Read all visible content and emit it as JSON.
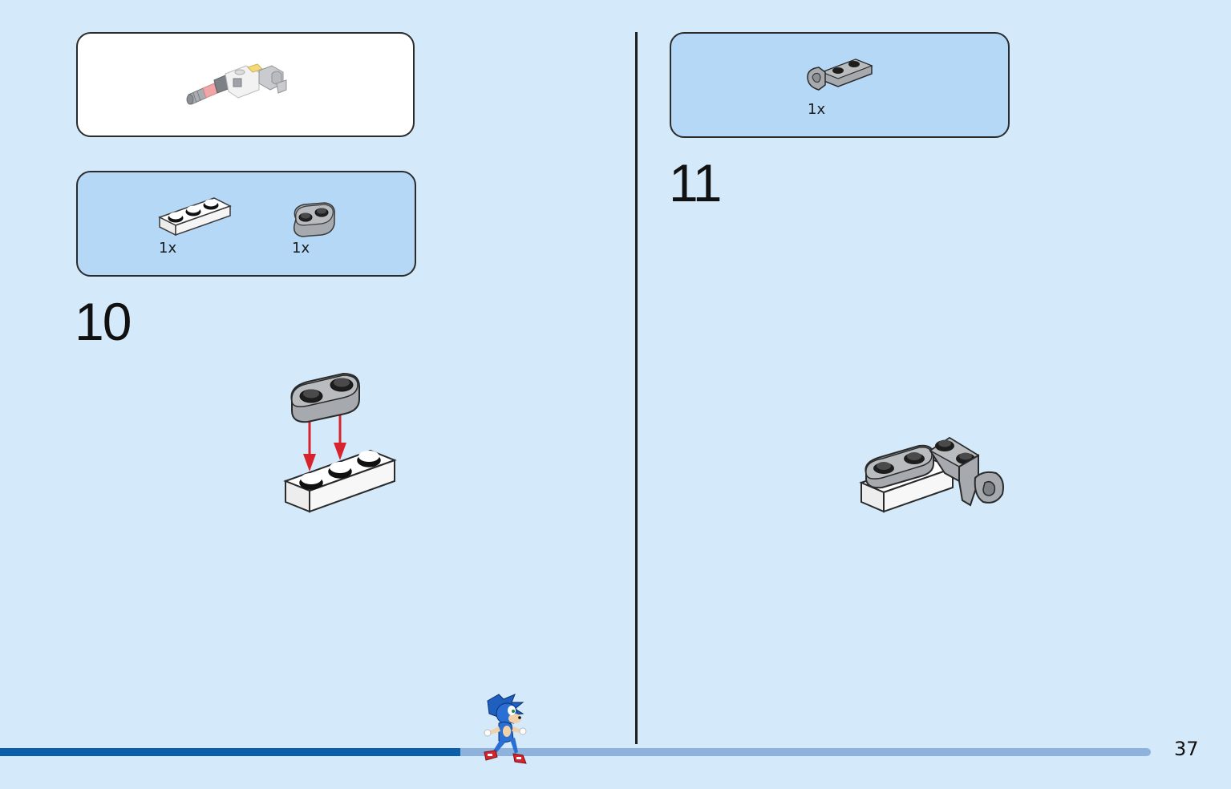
{
  "step10": {
    "number": "10",
    "parts": [
      {
        "qty": "1x",
        "icon": "white-plate-1x3-icon"
      },
      {
        "qty": "1x",
        "icon": "gray-plate-1x2-rounded-icon"
      }
    ]
  },
  "step11": {
    "number": "11",
    "parts": [
      {
        "qty": "1x",
        "icon": "gray-plate-clip-icon"
      }
    ]
  },
  "page": {
    "number": "37",
    "progress_fraction": 0.4
  },
  "colors": {
    "background": "#d4eafa",
    "callout": "#b5d8f6",
    "arrow": "#d7232e",
    "progress_done": "#0a5fa8",
    "progress_rest": "#8fb2dd"
  }
}
